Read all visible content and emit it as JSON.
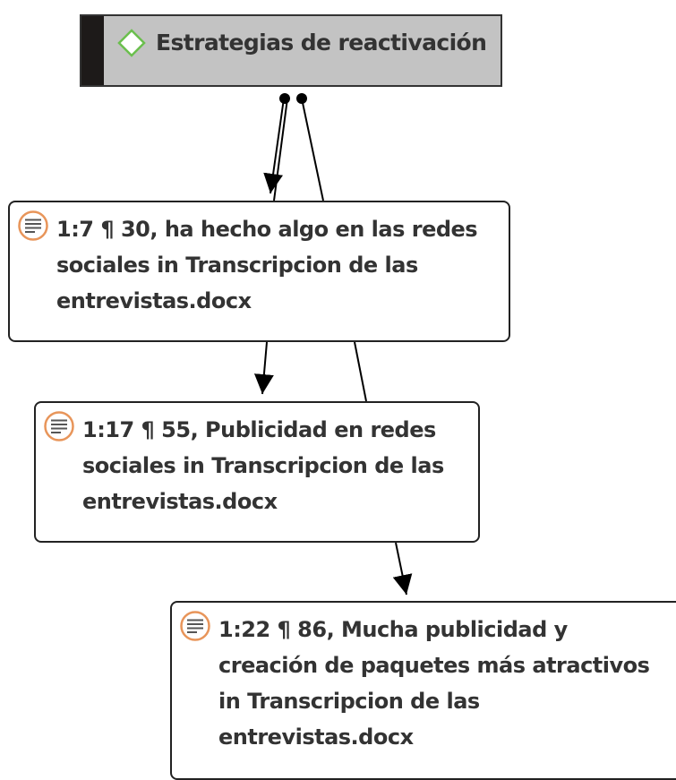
{
  "diagram": {
    "code_node": {
      "label": "Estrategias de reactivación",
      "icon": "code-diamond-icon",
      "bar_color": "#1d1a19",
      "fill_color": "#c3c3c3",
      "icon_color": "#6bbf4e"
    },
    "quotations": [
      {
        "id": "q1",
        "label": "1:7 ¶ 30, ha hecho algo en las redes\nsociales in Transcripcion de las\nentrevistas.docx",
        "icon": "quotation-document-icon"
      },
      {
        "id": "q2",
        "label": "1:17 ¶ 55, Publicidad en redes\nsociales in Transcripcion de las\nentrevistas.docx",
        "icon": "quotation-document-icon"
      },
      {
        "id": "q3",
        "label": "1:22 ¶ 86, Mucha publicidad y\ncreación de paquetes más atractivos\nin Transcripcion de las\nentrevistas.docx",
        "icon": "quotation-document-icon"
      }
    ],
    "quote_icon_color": "#e8955a",
    "links": [
      {
        "from": "code",
        "to": "q1"
      },
      {
        "from": "code",
        "to": "q2"
      },
      {
        "from": "code",
        "to": "q3"
      }
    ]
  }
}
